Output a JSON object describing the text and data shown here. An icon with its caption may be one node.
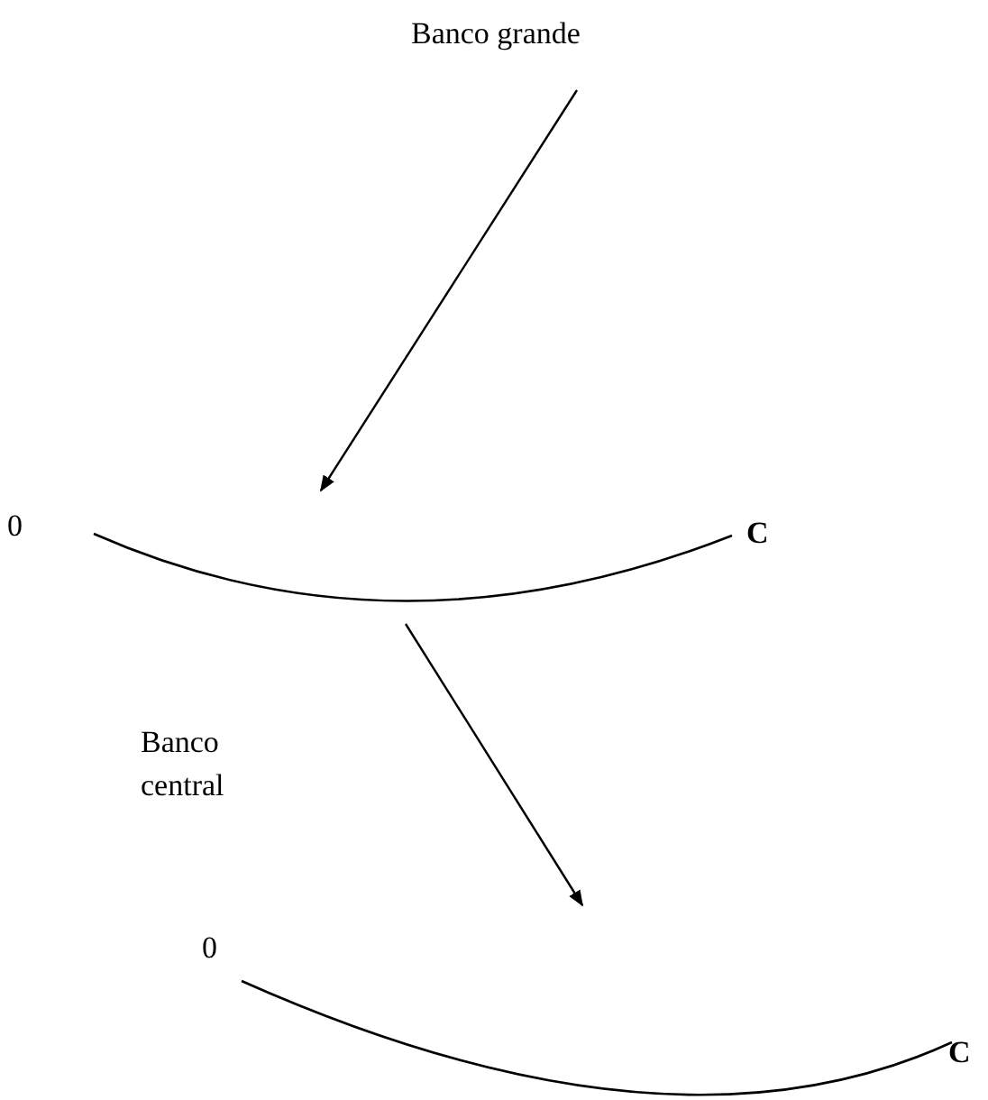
{
  "diagram": {
    "nodes": [
      {
        "text": [
          "Banco grande"
        ]
      },
      {
        "text": [],
        "shape": "curve",
        "beside": [
          "0",
          "C"
        ]
      },
      {
        "text": [],
        "shape": "curve",
        "beside": [
          "0",
          "C"
        ]
      }
    ],
    "edges": [
      {
        "from": 0,
        "to": 1,
        "arrow": "to"
      },
      {
        "from": 1,
        "to": 2,
        "arrow": "to"
      }
    ],
    "labels": [
      "Banco central"
    ]
  }
}
